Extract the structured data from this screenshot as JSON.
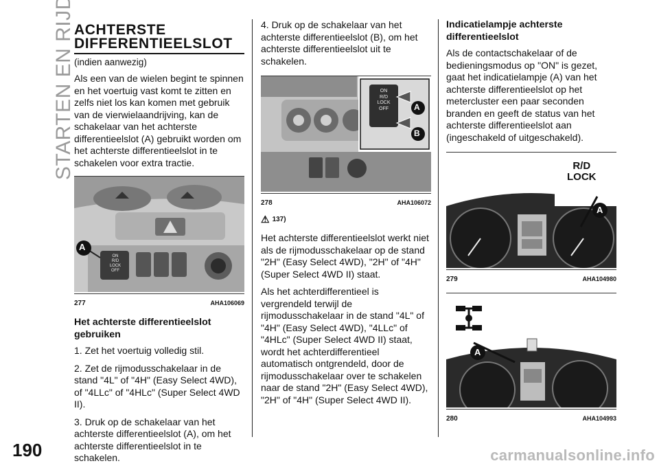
{
  "header": {
    "side_label": "STARTEN EN RIJDEN",
    "page_number": "190"
  },
  "watermark": "carmanualsonline.info",
  "col1": {
    "title": "ACHTERSTE DIFFERENTIEELSLOT",
    "subtitle": "(indien aanwezig)",
    "intro": "Als een van de wielen begint te spinnen en het voertuig vast komt te zitten en zelfs niet los kan komen met gebruik van de vierwielaandrijving, kan de schakelaar van het achterste differentieelslot (A) gebruikt worden om het achterste differentieelslot in te schakelen voor extra tractie.",
    "figure": {
      "number": "277",
      "code": "AHA106069",
      "switch_lines": [
        "ON",
        "R/D",
        "LOCK",
        "OFF"
      ],
      "marker": "A"
    },
    "use_heading": "Het achterste differentieelslot gebruiken",
    "steps": [
      "1. Zet het voertuig volledig stil.",
      "2. Zet de rijmodusschakelaar in de stand \"4L\" of \"4H\" (Easy Select 4WD), of \"4LLc\" of \"4HLc\" (Super Select 4WD II).",
      "3. Druk op de schakelaar van het achterste differentieelslot (A), om het achterste differentieelslot in te schakelen."
    ]
  },
  "col2": {
    "step4": "4. Druk op de schakelaar van het achterste differentieelslot (B), om het achterste differentieelslot uit te schakelen.",
    "figure": {
      "number": "278",
      "code": "AHA106072",
      "switch_lines": [
        "ON",
        "R/D",
        "LOCK",
        "OFF"
      ],
      "markers": [
        "A",
        "B"
      ]
    },
    "ref": "137)",
    "para1": "Het achterste differentieelslot werkt niet als de rijmodusschakelaar op de stand \"2H\" (Easy Select 4WD), \"2H\" of \"4H\" (Super Select 4WD II) staat.",
    "para2": "Als het achterdifferentieel is vergrendeld terwijl de rijmodusschakelaar in de stand \"4L\" of \"4H\" (Easy Select 4WD), \"4LLc\" of \"4HLc\" (Super Select 4WD II) staat, wordt het achterdifferentieel automatisch ontgrendeld, door de rijmodusschakelaar over te schakelen naar de stand \"2H\" (Easy Select 4WD), \"2H\" of \"4H\" (Super Select 4WD II)."
  },
  "col3": {
    "heading": "Indicatielampje achterste differentieelslot",
    "text": "Als de contactschakelaar of de bedieningsmodus op \"ON\" is gezet, gaat het indicatielampje (A) van het achterste differentieelslot op het metercluster een paar seconden branden en geeft de status van het achterste differentieelslot aan (ingeschakeld of uitgeschakeld).",
    "figure1": {
      "number": "279",
      "code": "AHA104980",
      "label_line1": "R/D",
      "label_line2": "LOCK",
      "marker": "A"
    },
    "figure2": {
      "number": "280",
      "code": "AHA104993",
      "marker": "A"
    }
  }
}
